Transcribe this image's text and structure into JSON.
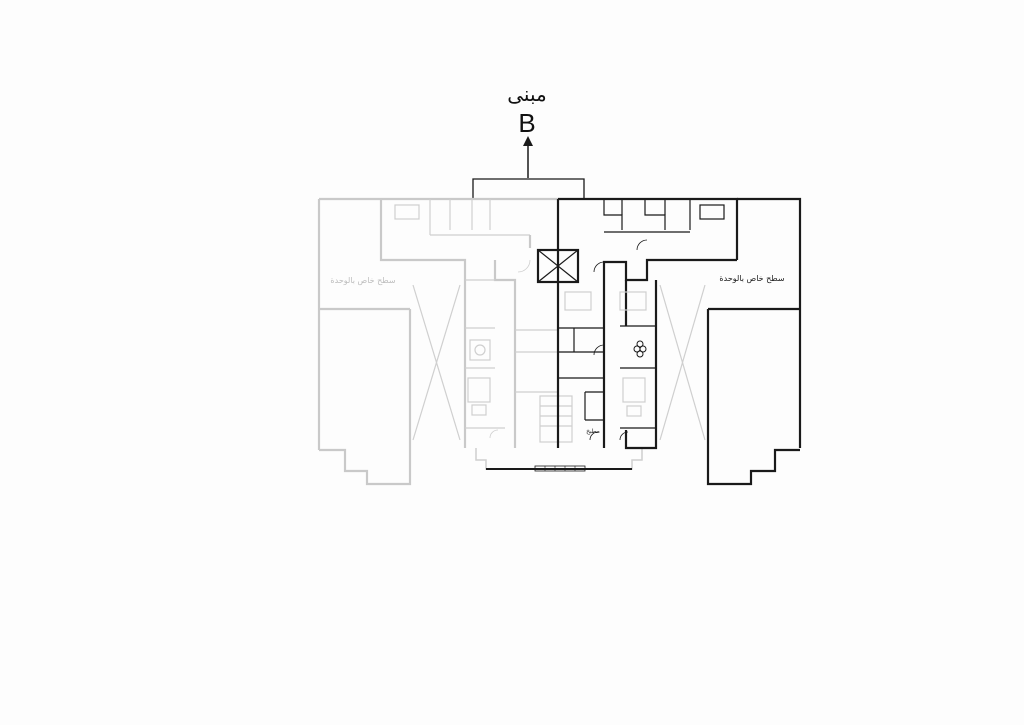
{
  "building": {
    "name_ar": "مبنى",
    "letter": "B"
  },
  "labels": {
    "terrace_left": "سطح خاص بالوحدة",
    "terrace_right": "سطح خاص بالوحدة",
    "small_room": "مطبخ"
  },
  "colors": {
    "highlight": "#1a1a1a",
    "faded": "#c9c9c9",
    "background": "#fdfdfd"
  }
}
